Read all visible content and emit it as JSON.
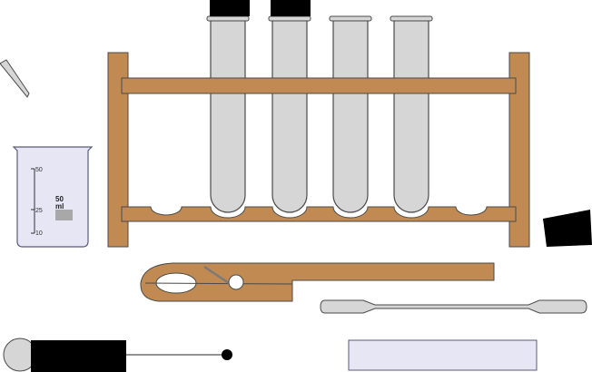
{
  "beaker": {
    "tick_labels": [
      "50",
      "25",
      "10"
    ],
    "volume_value": "50",
    "volume_unit": "ml"
  },
  "colors": {
    "wood": "#c08a52",
    "glass": "#d6d6d6",
    "beaker_liquid": "#e6e6f5",
    "stopper": "#000000",
    "outline": "#4a4a4a"
  }
}
